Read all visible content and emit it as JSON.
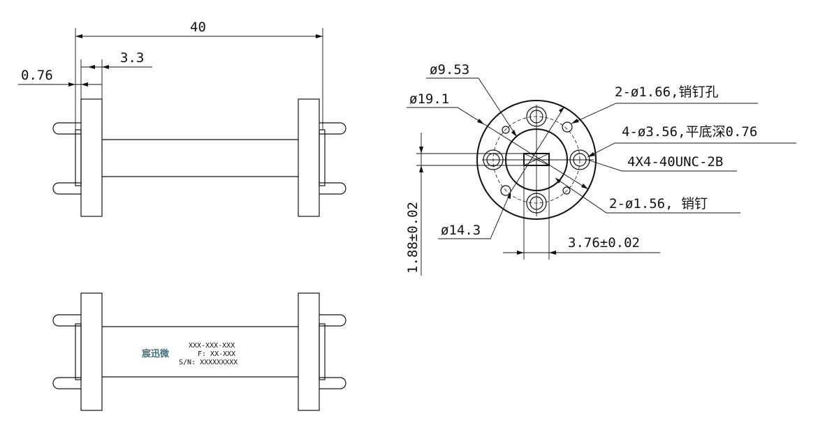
{
  "dimensions": {
    "length": "40",
    "flange_thickness": "3.3",
    "pin_offset": "0.76",
    "d_9_53": "ø9.53",
    "d_19_1": "ø19.1",
    "d_14_3": "ø14.3",
    "pin_holes": "2-ø1.66,销钉孔",
    "screw_counterbore": "4-ø3.56,平底深0.76",
    "thread": "4X4-40UNC-2B",
    "pins": "2-ø1.56, 销钉",
    "aperture_height": "1.88±0.02",
    "aperture_width": "3.76±0.02"
  },
  "marking": {
    "logo": "宸迅微",
    "part_no": "XXX-XXX-XXX",
    "freq": "F: XX-XXX",
    "serial": "S/N: XXXXXXXXX"
  }
}
